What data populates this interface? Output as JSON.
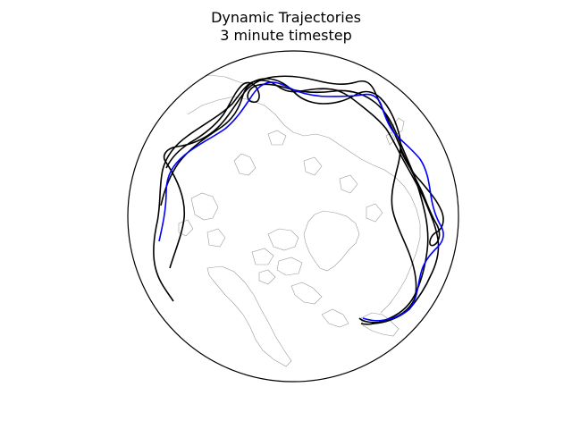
{
  "title": {
    "line1": "Dynamic Trajectories",
    "line2": "3 minute timestep"
  },
  "map": {
    "projection": "orthographic",
    "globe_outline_color": "#000000",
    "coastline_color": "#9a9a9a",
    "background": "#ffffff"
  },
  "trajectories": [
    {
      "color": "#000000"
    },
    {
      "color": "#000000"
    },
    {
      "color": "#000000"
    },
    {
      "color": "#000000"
    },
    {
      "color": "#0000ff"
    }
  ]
}
